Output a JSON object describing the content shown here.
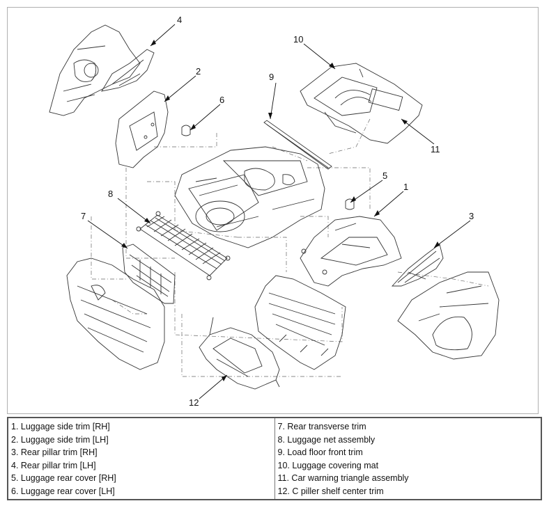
{
  "callouts": {
    "c1": "1",
    "c2": "2",
    "c3": "3",
    "c4": "4",
    "c5": "5",
    "c6": "6",
    "c7": "7",
    "c8": "8",
    "c9": "9",
    "c10": "10",
    "c11": "11",
    "c12": "12"
  },
  "legend": {
    "left": [
      "1. Luggage side trim [RH]",
      "2. Luggage side trim [LH]",
      "3. Rear pillar trim [RH]",
      "4. Rear pillar trim [LH]",
      "5. Luggage rear cover [RH]",
      "6. Luggage rear cover [LH]"
    ],
    "right": [
      "7. Rear transverse trim",
      "8. Luggage net assembly",
      "9. Load floor front trim",
      "10. Luggage covering mat",
      "11. Car warning triangle assembly",
      "12. C piller shelf center trim"
    ]
  }
}
